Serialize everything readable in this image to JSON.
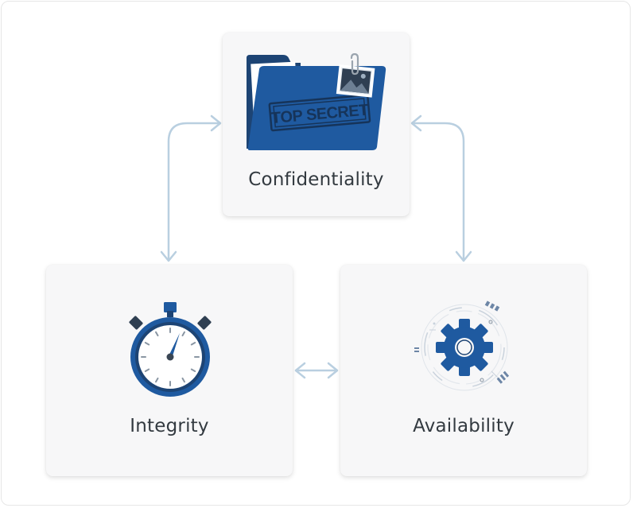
{
  "cards": {
    "confidentiality": {
      "label": "Confidentiality",
      "stamp": "TOP SECRET"
    },
    "integrity": {
      "label": "Integrity"
    },
    "availability": {
      "label": "Availability"
    }
  },
  "colors": {
    "primary_blue": "#1f5aa0",
    "dark_blue": "#1d4474",
    "arrow": "#b9cfe0",
    "card_bg": "#f7f7f8",
    "text": "#333a40"
  }
}
